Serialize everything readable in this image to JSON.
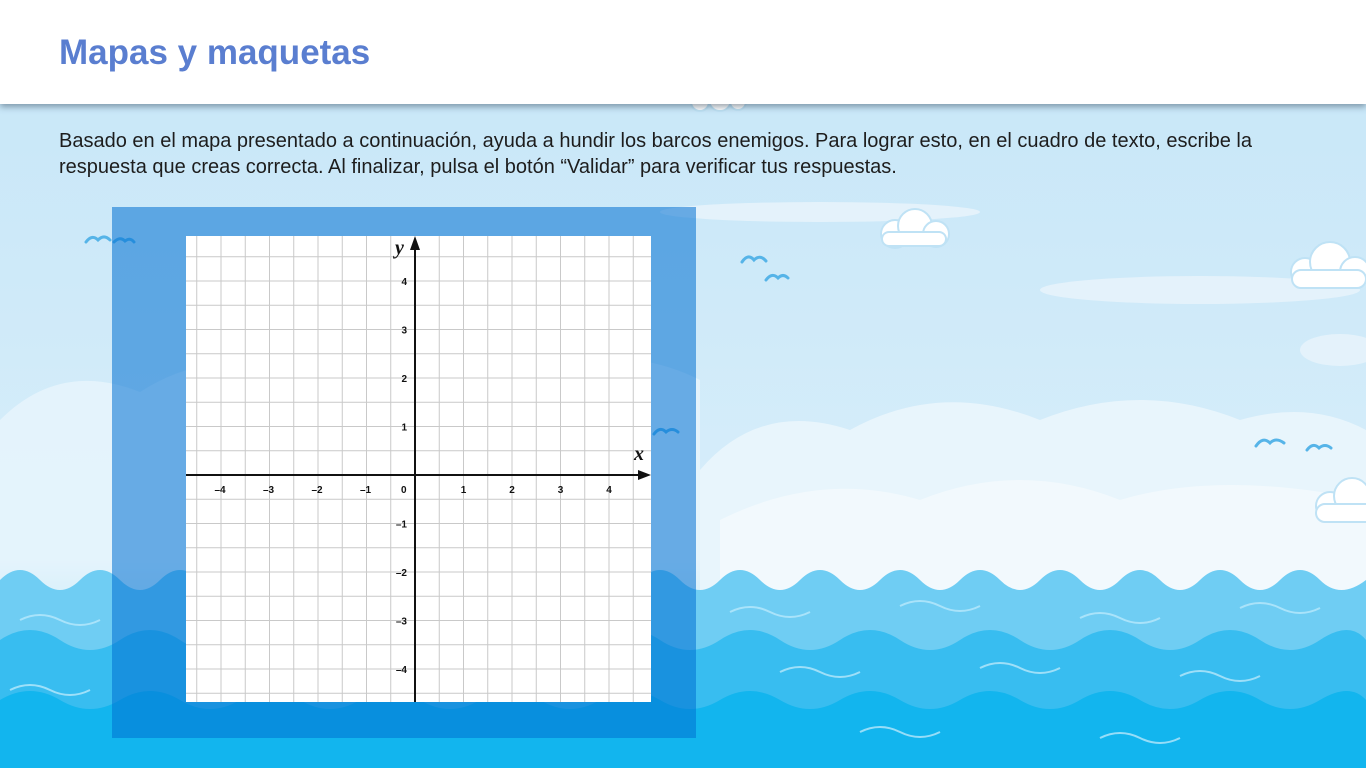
{
  "header": {
    "title": "Mapas y maquetas"
  },
  "instructions": {
    "text": "Basado en el mapa presentado a continuación, ayuda a hundir los barcos enemigos. Para lograr esto, en el cuadro de texto, escribe la respuesta que creas correcta. Al finalizar, pulsa el botón “Validar” para verificar tus respuestas."
  },
  "colors": {
    "title": "#5a7ed0",
    "panel": "#1f7fd2",
    "sky": "#c6e6f8",
    "sea": "#15b7ee"
  },
  "map": {
    "x_axis_label": "x",
    "y_axis_label": "y",
    "origin_label": "0"
  },
  "chart_data": {
    "type": "scatter",
    "title": "",
    "xlabel": "x",
    "ylabel": "y",
    "xlim": [
      -4.5,
      4.5
    ],
    "ylim": [
      -4.5,
      4.5
    ],
    "x_ticks": [
      "–4",
      "–3",
      "–2",
      "–1",
      "1",
      "2",
      "3",
      "4"
    ],
    "y_ticks": [
      "4",
      "3",
      "2",
      "1",
      "–1",
      "–2",
      "–3",
      "–4"
    ],
    "grid": true,
    "grid_step": 0.5,
    "series": []
  }
}
